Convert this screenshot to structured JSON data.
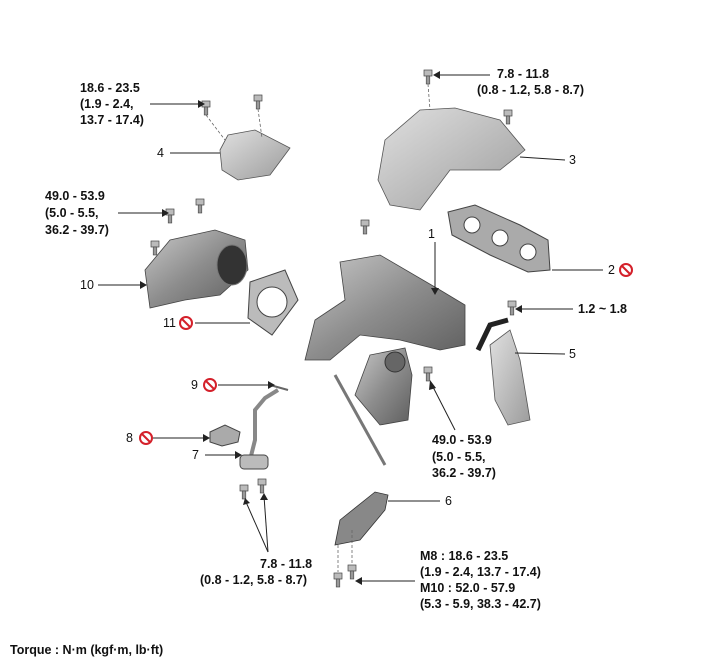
{
  "torque_note": "Torque : N·m (kgf·m, lb·ft)",
  "colors": {
    "prohibit": "#d4202a",
    "part": "#9a9a9a"
  },
  "callouts": {
    "bolt_heat_protector_4": [
      "18.6 - 23.5",
      "(1.9 - 2.4,",
      "13.7 - 17.4)"
    ],
    "bolt_heat_protector_3": [
      "7.8 - 11.8",
      "(0.8 - 1.2, 5.8 - 8.7)"
    ],
    "bolt_catalyst_10": [
      "49.0 - 53.9",
      "(5.0 - 5.5,",
      "36.2 - 39.7)"
    ],
    "bolt_part_5": [
      "1.2 ~ 1.8"
    ],
    "nut_manifold_1": [
      "49.0 - 53.9",
      "(5.0 - 5.5,",
      "36.2 - 39.7)"
    ],
    "bolt_part_7": [
      "7.8 - 11.8",
      "(0.8 - 1.2, 5.8 - 8.7)"
    ],
    "bolt_bracket_6": [
      "M8 : 18.6 - 23.5",
      "(1.9 - 2.4, 13.7 - 17.4)",
      "M10 : 52.0 - 57.9",
      "(5.3 - 5.9, 38.3 - 42.7)"
    ]
  },
  "part_numbers": {
    "p1": "1",
    "p2": "2",
    "p3": "3",
    "p4": "4",
    "p5": "5",
    "p6": "6",
    "p7": "7",
    "p8": "8",
    "p9": "9",
    "p10": "10",
    "p11": "11"
  }
}
